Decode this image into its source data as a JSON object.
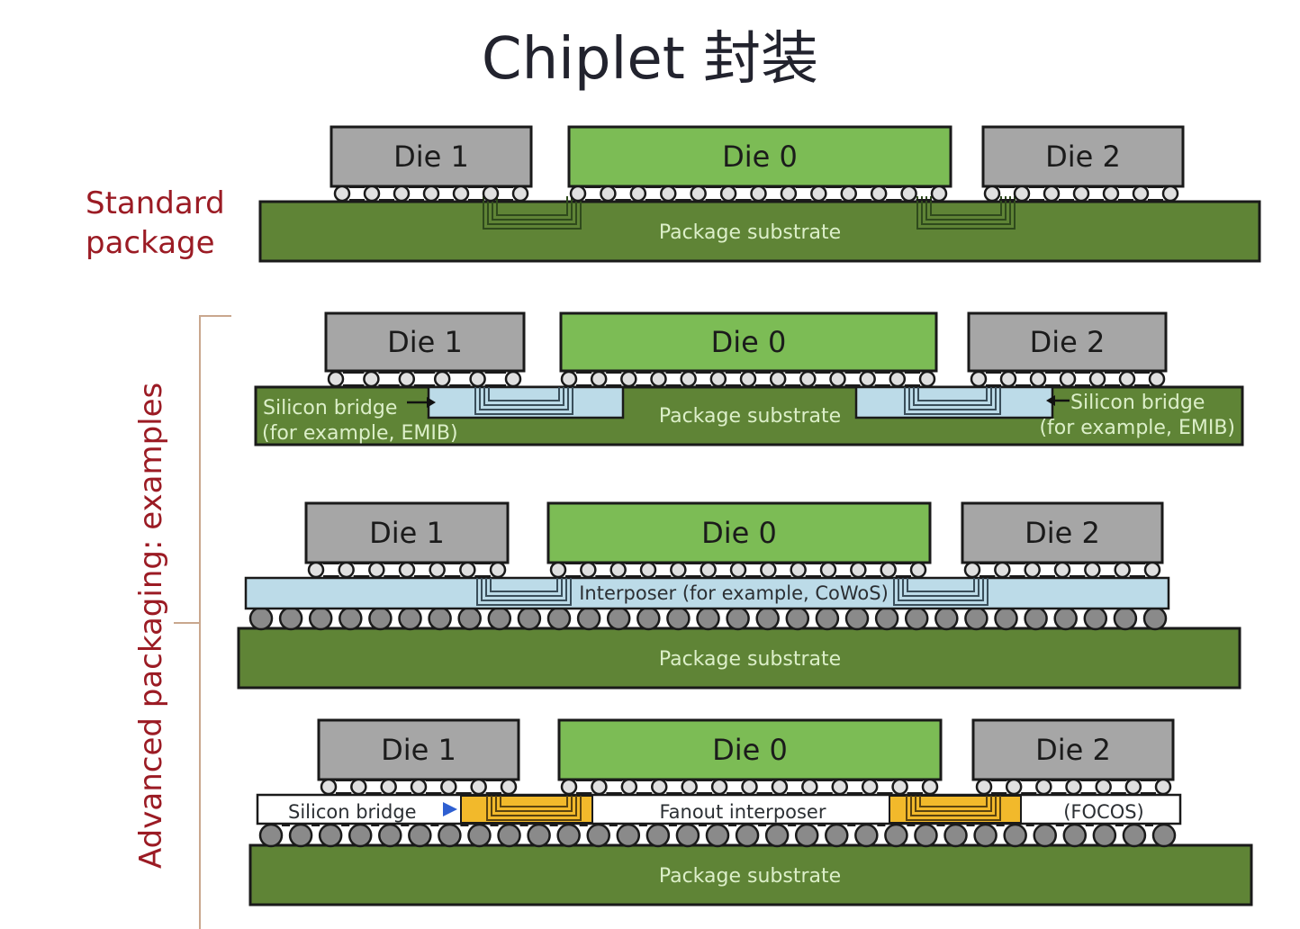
{
  "title": "Chiplet 封装",
  "labels": {
    "standard": [
      "Standard",
      "package"
    ],
    "advanced": "Advanced packaging: examples"
  },
  "colors": {
    "die_gray": "#a6a6a6",
    "die_green": "#7cbc55",
    "substrate": "#5f8436",
    "substrate_text": "#dcefc9",
    "bridge_blue": "#bcdbe8",
    "bridge_gold": "#f2b92b",
    "bump_light": "#e0e0e0",
    "bump_dark": "#8a8a8a",
    "accent_red": "#9b1b24",
    "bracket": "#c9a78e"
  },
  "rows": [
    {
      "name": "standard-package",
      "dies": [
        "Die 1",
        "Die 0",
        "Die 2"
      ],
      "substrate_label": "Package substrate"
    },
    {
      "name": "emib-package",
      "dies": [
        "Die 1",
        "Die 0",
        "Die 2"
      ],
      "substrate_label": "Package substrate",
      "bridge_left_label": [
        "Silicon bridge",
        "(for example, EMIB)"
      ],
      "bridge_right_label": [
        "Silicon bridge",
        "(for example, EMIB)"
      ]
    },
    {
      "name": "cowos-package",
      "dies": [
        "Die 1",
        "Die 0",
        "Die 2"
      ],
      "interposer_label": "Interposer (for example, CoWoS)",
      "substrate_label": "Package substrate"
    },
    {
      "name": "focos-package",
      "dies": [
        "Die 1",
        "Die 0",
        "Die 2"
      ],
      "bridge_label": "Silicon bridge",
      "fanout_label": "Fanout interposer",
      "focos_label": "(FOCOS)",
      "substrate_label": "Package substrate"
    }
  ]
}
